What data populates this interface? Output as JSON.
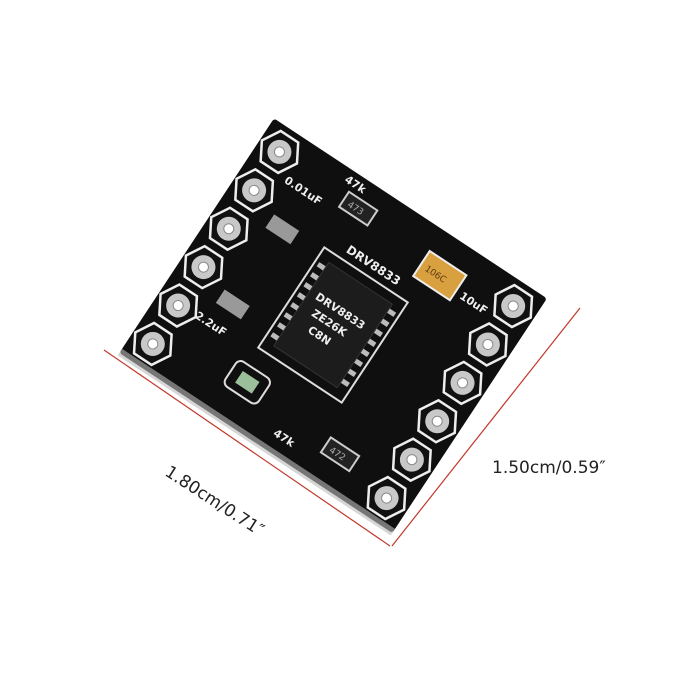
{
  "product": {
    "board_label": "DRV8833",
    "chip_marking": [
      "DRV8833",
      "ZE26K",
      "C8N"
    ],
    "silkscreen": {
      "cap1": "0.01uF",
      "res1": "47k",
      "cap2": "10uF",
      "cap3": "2.2uF",
      "res2": "47k",
      "smd1": "473",
      "smd2": "472",
      "tantalum": "106C"
    },
    "pins_per_side": 6
  },
  "dimensions": {
    "length_label": "1.80cm/0.71″",
    "width_label": "1.50cm/0.59″"
  },
  "colors": {
    "pcb": "#111111",
    "silkscreen": "#eeeeee",
    "pads": "#c8c8c8",
    "dimension_line": "#c0392b",
    "tantalum": "#d9a040"
  }
}
